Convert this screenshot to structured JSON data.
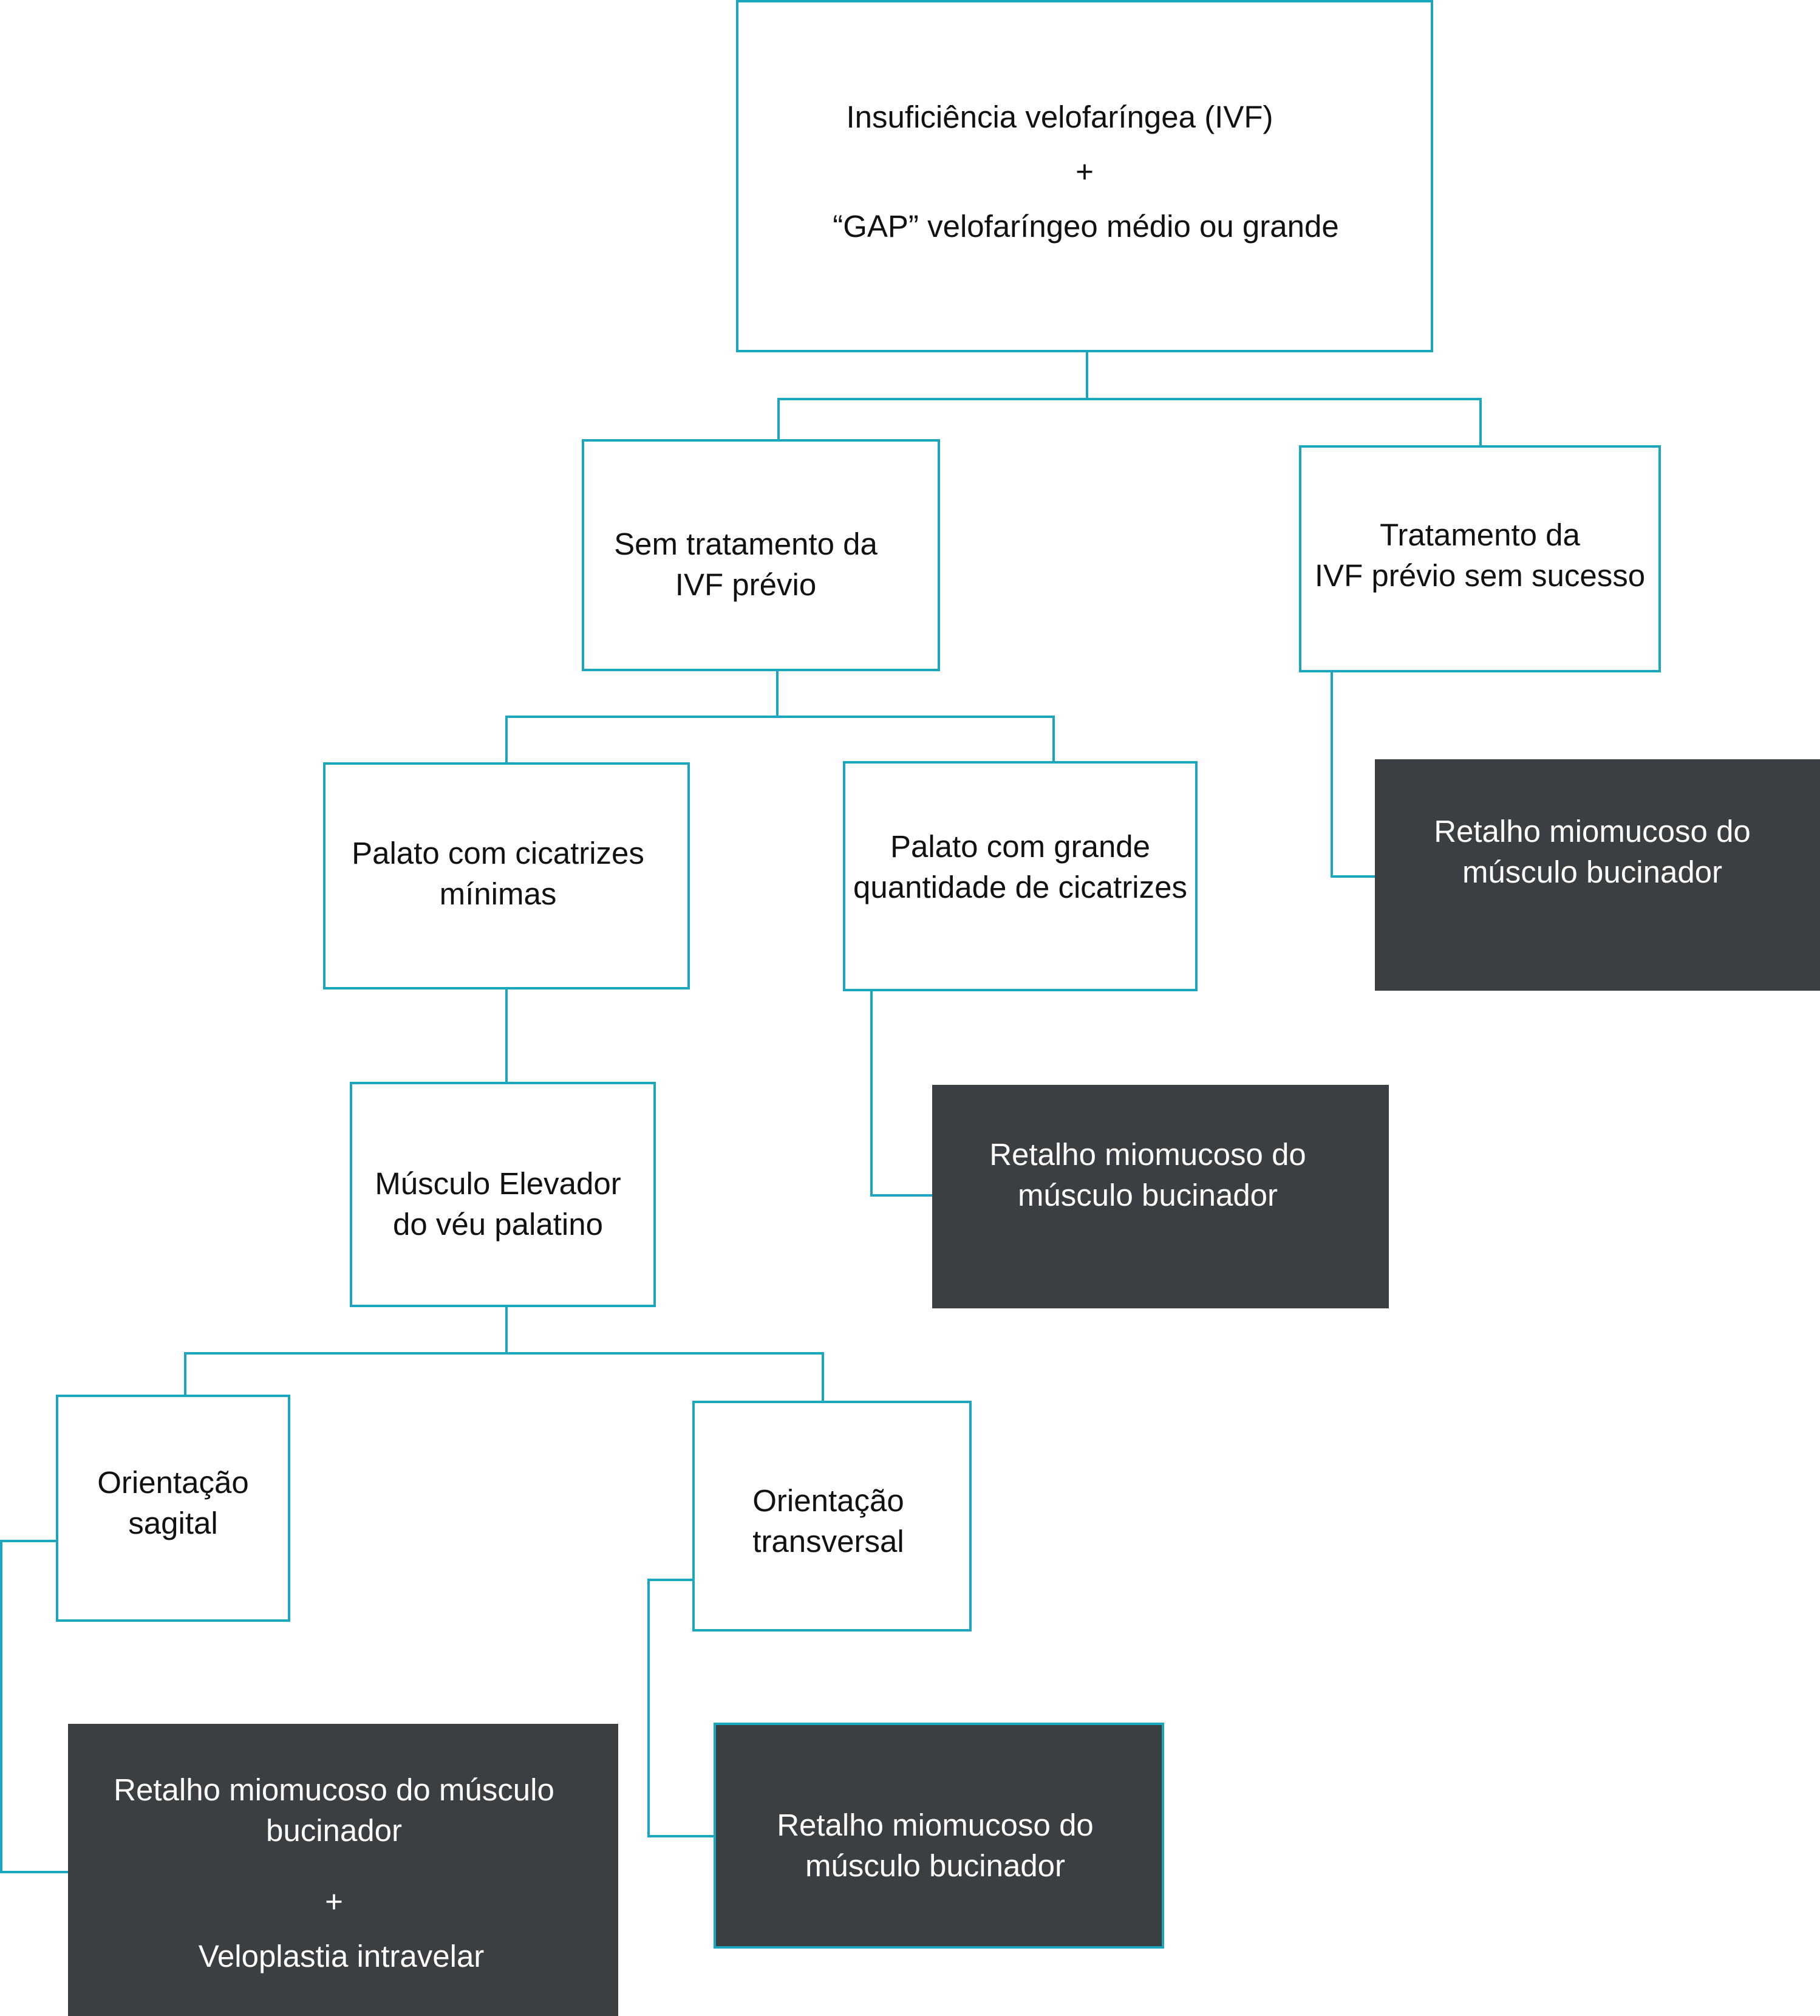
{
  "diagram": {
    "root": {
      "line1": "Insuficiência velofaríngea (IVF)",
      "plus": "+",
      "line2": "“GAP” velofaríngeo médio ou grande"
    },
    "no_prior": {
      "line1": "Sem tratamento da",
      "line2": "IVF prévio"
    },
    "prior_failed": {
      "line1": "Tratamento da",
      "line2": "IVF prévio sem sucesso"
    },
    "minimal_scars": {
      "line1": "Palato com cicatrizes",
      "line2": "mínimas"
    },
    "heavy_scars": {
      "line1": "Palato com grande",
      "line2": "quantidade de cicatrizes"
    },
    "levator": {
      "line1": "Músculo Elevador",
      "line2": "do véu palatino"
    },
    "sagittal": {
      "line1": "Orientação",
      "line2": "sagital"
    },
    "transverse": {
      "line1": "Orientação",
      "line2": "transversal"
    },
    "result_prior_failed": {
      "line1": "Retalho miomucoso do",
      "line2": "músculo bucinador"
    },
    "result_heavy_scars": {
      "line1": "Retalho miomucoso do",
      "line2": "músculo bucinador"
    },
    "result_sagittal": {
      "line1": "Retalho miomucoso do músculo",
      "line2": "bucinador",
      "plus": "+",
      "line3": "Veloplastia intravelar"
    },
    "result_transverse": {
      "line1": "Retalho miomucoso do",
      "line2": "músculo bucinador"
    }
  }
}
